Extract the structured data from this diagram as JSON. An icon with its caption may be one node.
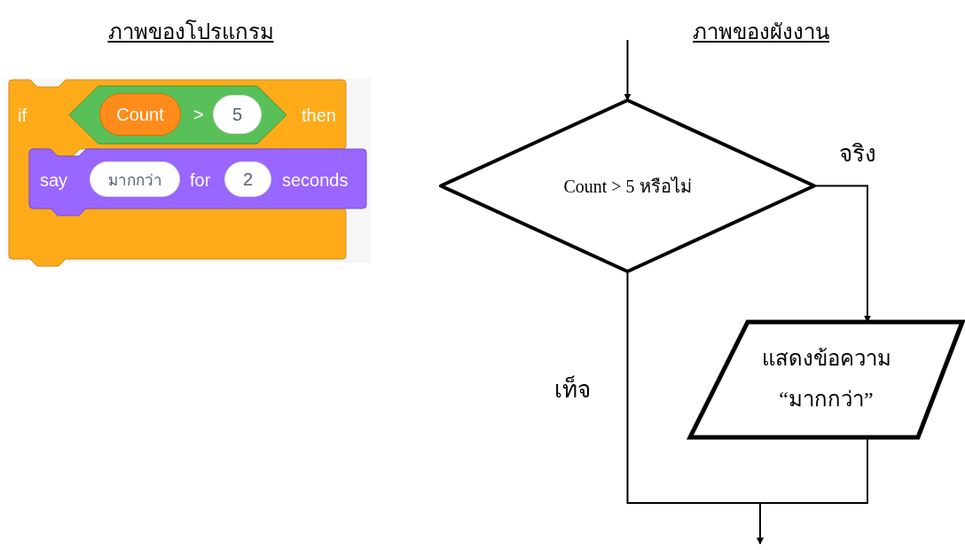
{
  "diagram": {
    "nodes": [
      {
        "text": [
          "if",
          "then"
        ]
      },
      {
        "text": [
          ">"
        ],
        "in": 0
      },
      {
        "text": [
          "Count"
        ],
        "in": 1
      },
      {
        "text": [
          "5"
        ],
        "in": 1
      },
      {
        "text": [
          "say",
          "for",
          "seconds"
        ]
      },
      {
        "text": [
          "มากกว่า"
        ],
        "in": 4
      },
      {
        "text": [
          "2"
        ],
        "in": 4
      },
      {
        "text": [
          "Count > 5 หรือไม่"
        ]
      },
      {
        "text": [
          "แสดงข้อความ “มากกว่า”"
        ]
      }
    ],
    "edges": [
      {
        "from": null,
        "to": 7,
        "arrow": "to"
      },
      {
        "from": 7,
        "to": 8,
        "arrow": "to",
        "label": "จริง"
      },
      {
        "from": 7,
        "to": null,
        "arrow": "to",
        "label": "เท็จ"
      },
      {
        "from": 8,
        "to": null,
        "arrow": "to"
      }
    ],
    "labels": [
      "ภาพของโปรแกรม",
      "ภาพของผังงาน"
    ]
  }
}
